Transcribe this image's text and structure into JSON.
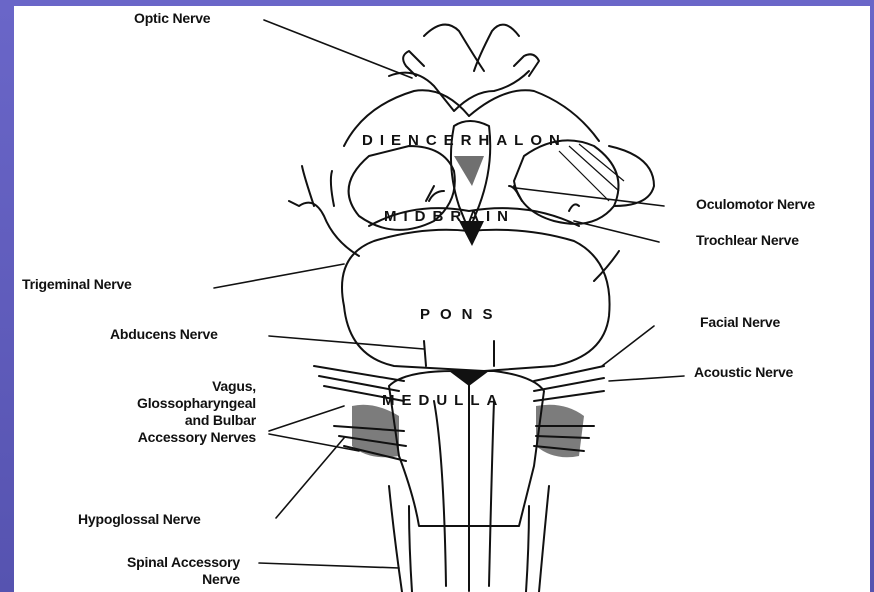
{
  "labels": {
    "optic": "Optic Nerve",
    "oculomotor": "Oculomotor Nerve",
    "trochlear": "Trochlear Nerve",
    "trigeminal": "Trigeminal Nerve",
    "abducens": "Abducens Nerve",
    "facial": "Facial Nerve",
    "acoustic": "Acoustic Nerve",
    "vagus_line1": "Vagus,",
    "vagus_line2": "Glossopharyngeal",
    "vagus_line3": "and Bulbar",
    "vagus_line4": "Accessory Nerves",
    "hypoglossal": "Hypoglossal Nerve",
    "spinal_line1": "Spinal Accessory",
    "spinal_line2": "Nerve"
  },
  "regions": {
    "diencephalon": "DIENCERHALON",
    "midbrain": "MIDBRAIN",
    "pons": "PONS",
    "medulla": "MEDULLA"
  },
  "colors": {
    "frame": "#5a57b8",
    "background": "#ffffff",
    "ink": "#111111"
  }
}
